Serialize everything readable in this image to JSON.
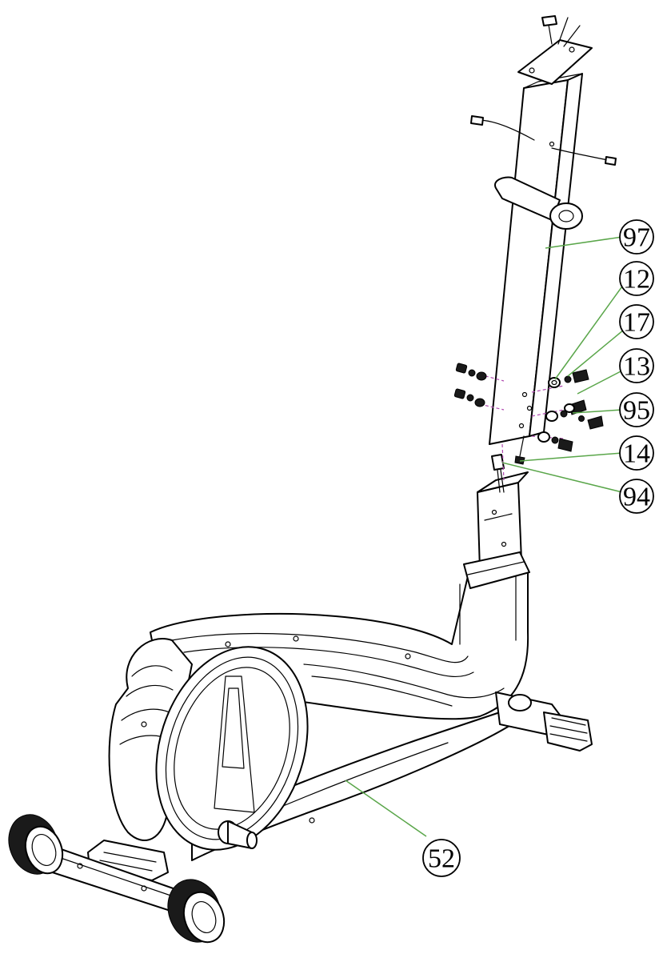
{
  "diagram": {
    "accent_colors": {
      "leader_line": "#5aa64a",
      "hidden_line": "#b04ab0",
      "line_art": "#000000"
    },
    "callouts": [
      {
        "id": "97",
        "label": "97"
      },
      {
        "id": "12",
        "label": "12"
      },
      {
        "id": "17",
        "label": "17"
      },
      {
        "id": "13",
        "label": "13"
      },
      {
        "id": "95",
        "label": "95"
      },
      {
        "id": "14",
        "label": "14"
      },
      {
        "id": "94",
        "label": "94"
      },
      {
        "id": "52",
        "label": "52"
      }
    ]
  }
}
